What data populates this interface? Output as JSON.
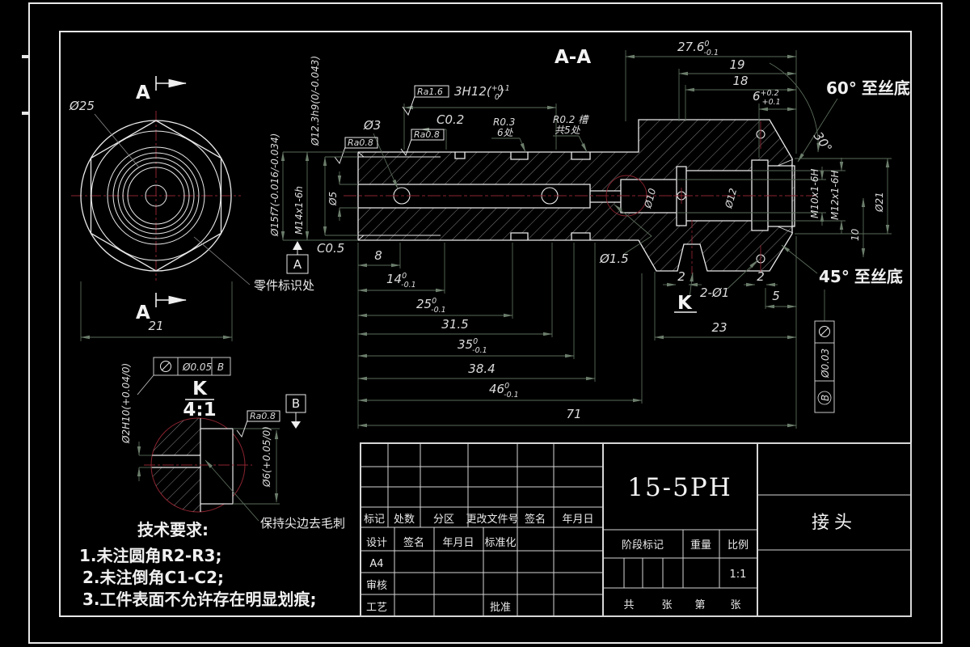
{
  "colors": {
    "background": "#000000",
    "outline": "#eaeaea",
    "dimension": "#5a6b5a",
    "centerline": "#8b2430",
    "text": "#dcdcdc"
  },
  "section": {
    "title": "A-A",
    "cut_label": "A"
  },
  "left_view": {
    "diameter": "Ø25",
    "width": "21",
    "mark_note": "零件标识处"
  },
  "dims": {
    "d276": {
      "v": "27.6",
      "u": "0",
      "d": "-0.1"
    },
    "d19": "19",
    "d18": "18",
    "d6": {
      "v": "6",
      "u": "+0.2",
      "d": "+0.1"
    },
    "deg60": "60°",
    "to_thread_bottom_60": "至丝底",
    "deg30": "30°",
    "deg45": "45°",
    "to_thread_bottom_45": "至丝底",
    "ra16": "Ra1.6",
    "h3h12": {
      "v": "3H12(",
      "u": "+0.1",
      "d": "0",
      "c": ")"
    },
    "c02": "C0.2",
    "c05": "C0.5",
    "r03": "R0.3",
    "r03n": "6处",
    "r02": "R0.2 槽",
    "r02n": "共5处",
    "d3": "Ø3",
    "d5": "Ø5",
    "d10": "Ø10",
    "d12": "Ø12",
    "d15": "Ø1.5",
    "ra08": "Ra0.8",
    "d123": "Ø12.3h9(0/-0.043)",
    "d15f7": "Ø15f7(-0.016/-0.034)",
    "m14": "M14x1-6h",
    "datum_a": "A",
    "datum_b": "B",
    "d8": "8",
    "d14": {
      "v": "14",
      "u": "0",
      "d": "-0.1"
    },
    "d25c": {
      "v": "25",
      "u": "0",
      "d": "-0.1"
    },
    "d315": "31.5",
    "d35": {
      "v": "35",
      "u": "0",
      "d": "-0.1"
    },
    "d384": "38.4",
    "d46": {
      "v": "46",
      "u": "0",
      "d": "-0.1"
    },
    "d71": "71",
    "k": "K",
    "k_scale": "4:1",
    "holes": "2-Ø1",
    "two_a": "2",
    "two_b": "2",
    "five": "5",
    "d23": "23",
    "m10": "M10x1-6H",
    "m12": "M12x1-6H",
    "ten": "10",
    "d21": "Ø21",
    "fcf_k": {
      "sym": "⊘",
      "tol": "Ø0.05",
      "datum": "B"
    },
    "fcf_r": {
      "sym": "⊘",
      "tol": "Ø0.03",
      "datum": "B"
    },
    "d2h10": "Ø2H10(+0.04/0)",
    "d6k": "Ø6(+0.05/0)",
    "burr_note": "保持尖边去毛刺"
  },
  "tech_req": {
    "title": "技术要求:",
    "line1": "1.未注圆角R2-R3;",
    "line2": "2.未注倒角C1-C2;",
    "line3": "3.工件表面不允许存在明显划痕;"
  },
  "title_block": {
    "rev_headers": [
      "标记",
      "处数",
      "分区",
      "更改文件号",
      "签名",
      "年月日"
    ],
    "design": "设计",
    "sign": "签名",
    "date": "年月日",
    "standardize": "标准化",
    "paper": "A4",
    "check": "审核",
    "craft": "工艺",
    "approve": "批准",
    "material": "15-5PH",
    "stage_mark": "阶段标记",
    "weight": "重量",
    "scale_label": "比例",
    "scale_value": "1:1",
    "sheets_total": "共",
    "sheets_unit": "张",
    "sheet_no": "第",
    "sheets_unit2": "张",
    "part_name": "接头"
  }
}
